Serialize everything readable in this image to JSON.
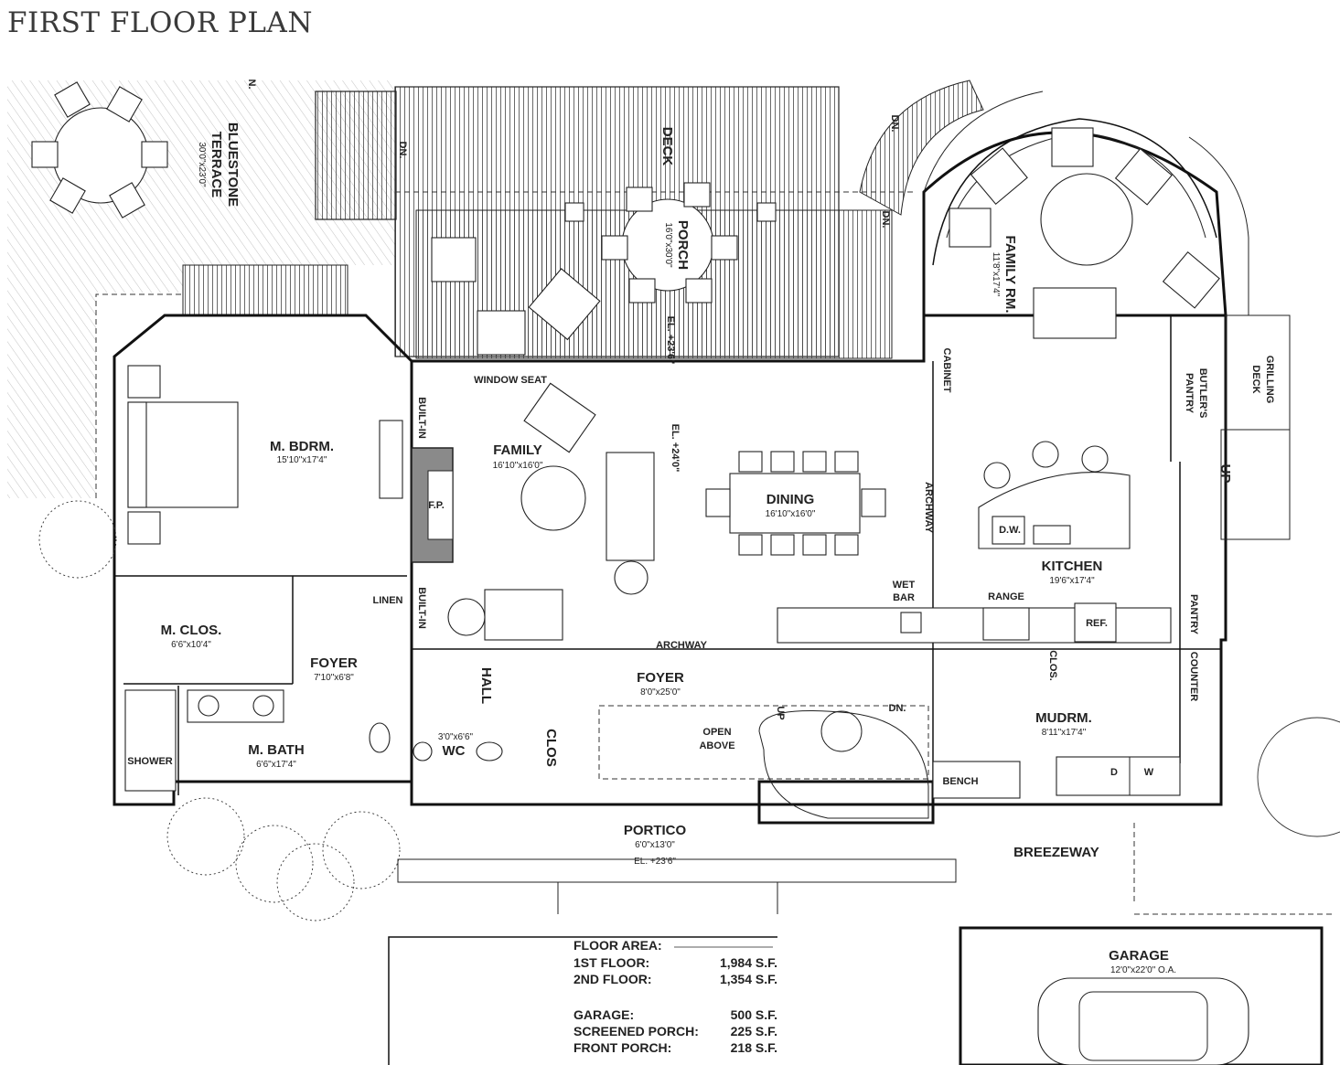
{
  "title": "FIRST FLOOR PLAN",
  "rooms": {
    "bluestone_terrace": {
      "name1": "BLUESTONE",
      "name2": "TERRACE",
      "dim": "30'0\"x23'0\""
    },
    "deck": {
      "name": "DECK"
    },
    "porch": {
      "name": "PORCH",
      "dim": "16'0\"x30'0\"",
      "elev": "EL. +23'6\""
    },
    "family_rm": {
      "name": "FAMILY RM.",
      "dim": "11'8\"x17'4\""
    },
    "grilling_deck": {
      "name1": "GRILLING",
      "name2": "DECK"
    },
    "butlers_pantry": {
      "name1": "BUTLER'S",
      "name2": "PANTRY"
    },
    "cabinet": {
      "name": "CABINET"
    },
    "m_bdrm": {
      "name": "M. BDRM.",
      "dim": "15'10\"x17'4\""
    },
    "family": {
      "name": "FAMILY",
      "dim": "16'10\"x16'0\"",
      "elev": "EL. +24'0\""
    },
    "dining": {
      "name": "DINING",
      "dim": "16'10\"x16'0\""
    },
    "kitchen": {
      "name": "KITCHEN",
      "dim": "19'6\"x17'4\""
    },
    "m_clos": {
      "name": "M. CLOS.",
      "dim": "6'6\"x10'4\""
    },
    "foyer_small": {
      "name": "FOYER",
      "dim": "7'10\"x6'8\""
    },
    "m_bath": {
      "name": "M. BATH",
      "dim": "6'6\"x17'4\""
    },
    "foyer_main": {
      "name": "FOYER",
      "dim": "8'0\"x25'0\""
    },
    "mudrm": {
      "name": "MUDRM.",
      "dim": "8'11\"x17'4\""
    },
    "wc": {
      "name": "WC",
      "dim": "3'0\"x6'6\""
    },
    "portico": {
      "name": "PORTICO",
      "dim": "6'0\"x13'0\"",
      "elev": "EL. +23'6\""
    },
    "breezeway": {
      "name": "BREEZEWAY"
    },
    "garage": {
      "name": "GARAGE",
      "dim": "12'0\"x22'0\" O.A."
    }
  },
  "labels": {
    "dn": "DN.",
    "up": "UP",
    "window_seat": "WINDOW SEAT",
    "built_in": "BUILT-IN",
    "fp": "F.P.",
    "archway": "ARCHWAY",
    "linen": "LINEN",
    "wet": "WET",
    "bar": "BAR",
    "range": "RANGE",
    "ref": "REF.",
    "dw": "D.W.",
    "pantry": "PANTRY",
    "counter": "COUNTER",
    "clos": "CLOS.",
    "clos2": "CLOS",
    "hall": "HALL",
    "open": "OPEN",
    "above": "ABOVE",
    "shower": "SHOWER",
    "bench": "BENCH",
    "d": "D",
    "w": "W",
    "n": "N."
  },
  "floor_area": {
    "heading": "FLOOR AREA:",
    "rows": [
      {
        "label": "1ST FLOOR:",
        "value": "1,984 S.F."
      },
      {
        "label": "2ND  FLOOR:",
        "value": "1,354 S.F."
      },
      {
        "label": "GARAGE:",
        "value": "500 S.F."
      },
      {
        "label": "SCREENED PORCH:",
        "value": "225 S.F."
      },
      {
        "label": "FRONT PORCH:",
        "value": "218 S.F."
      }
    ]
  }
}
